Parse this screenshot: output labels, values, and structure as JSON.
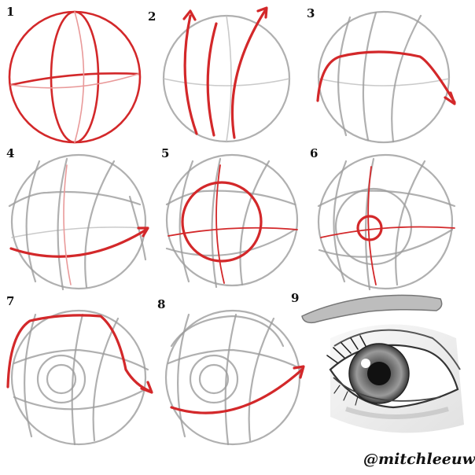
{
  "steps": [
    {
      "number": "1"
    },
    {
      "number": "2"
    },
    {
      "number": "3"
    },
    {
      "number": "4"
    },
    {
      "number": "5"
    },
    {
      "number": "6"
    },
    {
      "number": "7"
    },
    {
      "number": "8"
    },
    {
      "number": "9"
    }
  ],
  "signature": "@mitchleeuwe",
  "colors": {
    "guide_red": "#d3282a",
    "construction_gray": "#9c9c9c",
    "background": "#ffffff"
  }
}
